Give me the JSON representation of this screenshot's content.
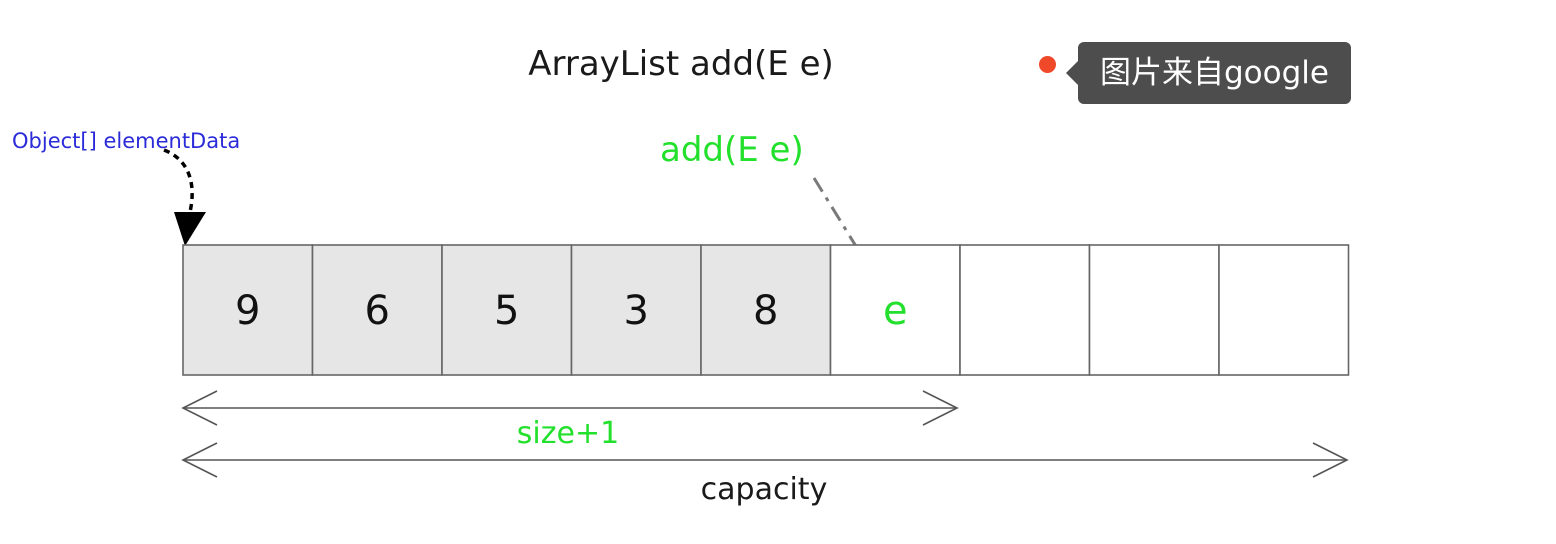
{
  "title": "ArrayList add(E e)",
  "pointer_label": "Object[] elementData",
  "add_label": "add(E e)",
  "array": {
    "filled": [
      "9",
      "6",
      "5",
      "3",
      "8"
    ],
    "new_element": "e",
    "empty_slots": 3,
    "colors": {
      "filled": "#e6e6e6",
      "empty": "#ffffff",
      "new_text": "#22e02b"
    }
  },
  "size_label": "size+1",
  "capacity_label": "capacity",
  "badge": {
    "text": "图片来自google"
  }
}
